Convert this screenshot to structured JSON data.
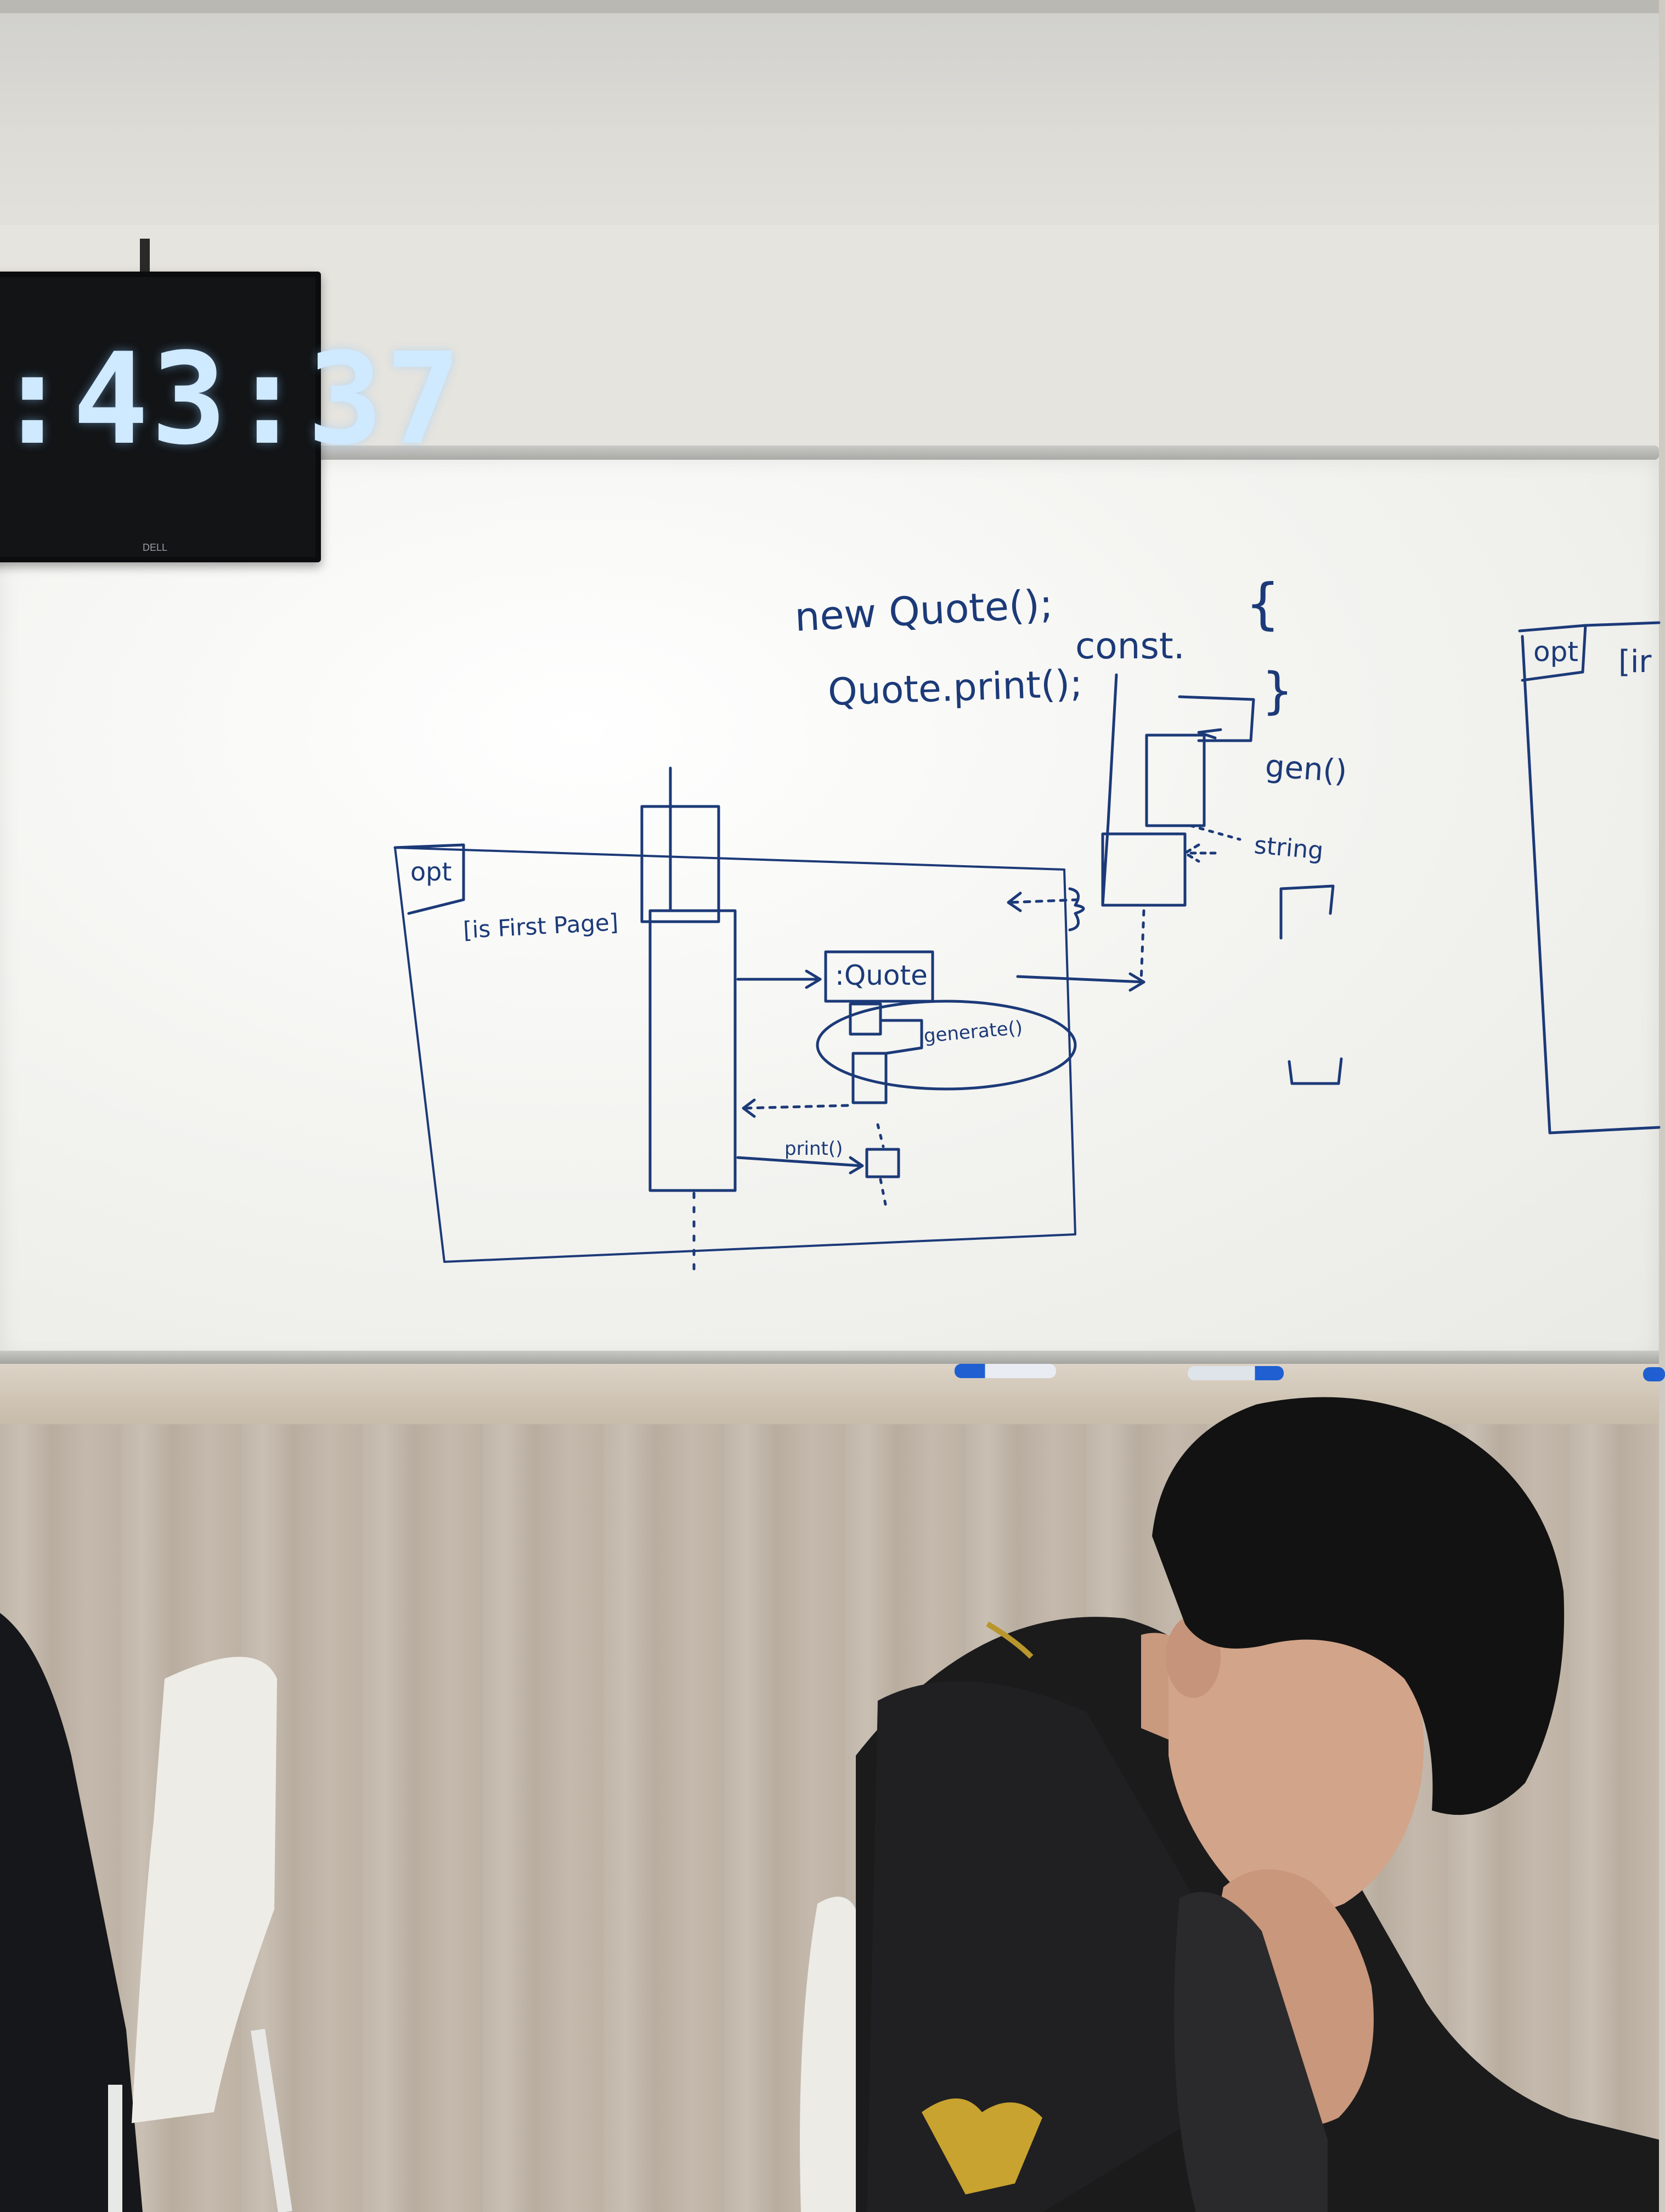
{
  "monitor": {
    "clock": ":43:37",
    "brand": "DELL"
  },
  "whiteboard": {
    "code": {
      "line1": "new Quote();",
      "line2": "Quote.print();",
      "const": "const.",
      "brace_open": "{",
      "brace_close": "}"
    },
    "diagram": {
      "frame_label": "opt",
      "guard": "[is First Page]",
      "lifeline": ":Quote",
      "message_generate": "generate()",
      "message_print": "print()",
      "note_gen": "gen()",
      "note_string": "string"
    },
    "right_frame": {
      "label": "opt",
      "guard": "[ir"
    }
  },
  "colors": {
    "ink": "#1c3a78",
    "board": "#f4f4f1",
    "clock": "#cfe9ff",
    "marker_blue": "#1f5fd1"
  }
}
